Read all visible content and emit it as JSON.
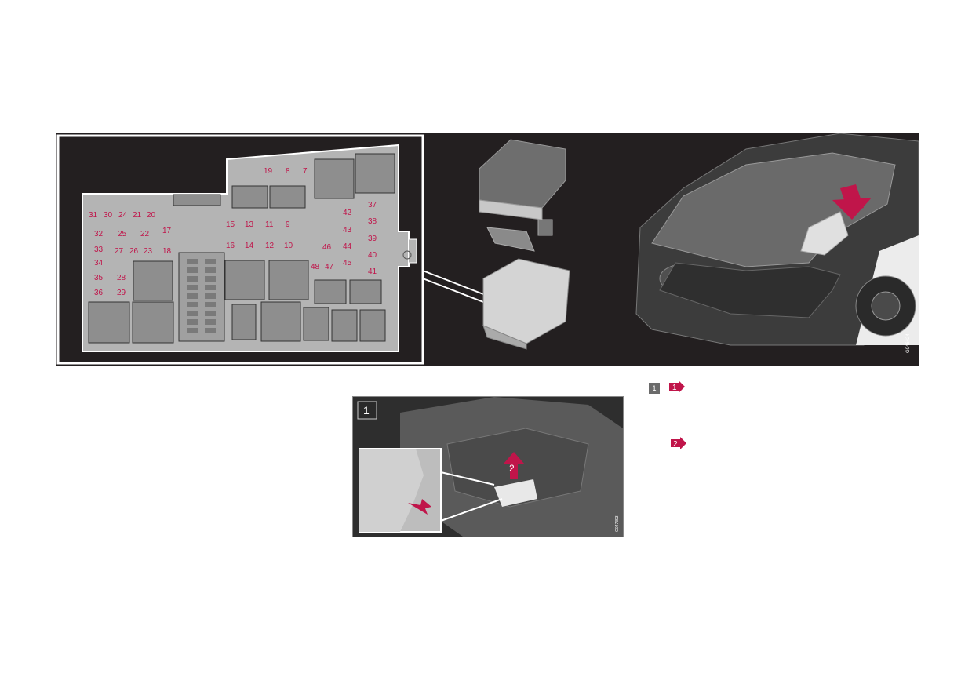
{
  "main_figure": {
    "fuse_numbers": {
      "f19": "19",
      "f8": "8",
      "f7": "7",
      "f31": "31",
      "f30": "30",
      "f24": "24",
      "f21": "21",
      "f20": "20",
      "f32": "32",
      "f25": "25",
      "f22": "22",
      "f17": "17",
      "f33": "33",
      "f27": "27",
      "f26": "26",
      "f23": "23",
      "f18": "18",
      "f34": "34",
      "f35": "35",
      "f28": "28",
      "f36": "36",
      "f29": "29",
      "f15": "15",
      "f13": "13",
      "f11": "11",
      "f9": "9",
      "f16": "16",
      "f14": "14",
      "f12": "12",
      "f10": "10",
      "f42": "42",
      "f37": "37",
      "f43": "43",
      "f38": "38",
      "f39": "39",
      "f46": "46",
      "f44": "44",
      "f40": "40",
      "f48": "48",
      "f47": "47",
      "f45": "45",
      "f41": "41"
    },
    "image_code": "G046424"
  },
  "legend": {
    "badge_1": "1",
    "step_1": "1",
    "step_2": "2"
  },
  "step_figure": {
    "badge": "1",
    "arrow_label": "2",
    "image_code": "G047393"
  },
  "colors": {
    "accent": "#c0154a",
    "panel_bg": "#231f20",
    "fuse_box": "#a8a8a8"
  }
}
